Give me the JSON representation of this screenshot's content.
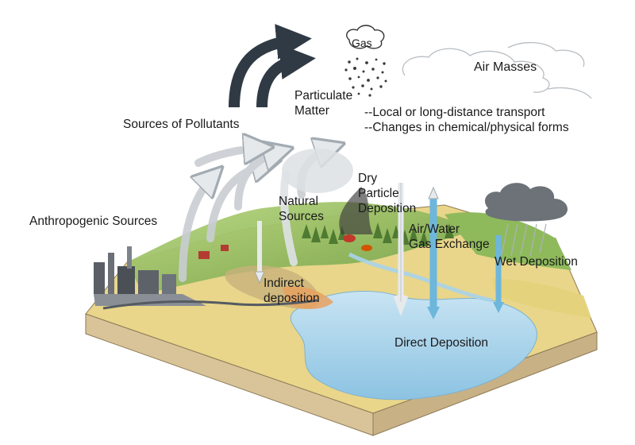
{
  "labels": {
    "gas": "Gas",
    "air_masses": "Air Masses",
    "particulate_matter_line1": "Particulate",
    "particulate_matter_line2": "Matter",
    "transport_line1": "--Local or long-distance transport",
    "transport_line2": "--Changes in chemical/physical forms",
    "sources_of_pollutants": "Sources of Pollutants",
    "dry_deposition_line1": "Dry",
    "dry_deposition_line2": "Particle",
    "dry_deposition_line3": "Deposition",
    "natural_sources_line1": "Natural",
    "natural_sources_line2": "Sources",
    "anthropogenic_sources": "Anthropogenic Sources",
    "gas_exchange_line1": "Air/Water",
    "gas_exchange_line2": "Gas Exchange",
    "wet_deposition": "Wet Deposition",
    "indirect_deposition_line1": "Indirect",
    "indirect_deposition_line2": "deposition",
    "direct_deposition": "Direct Deposition"
  },
  "colors": {
    "arrow_dark": "#2f3a44",
    "water": "#a9d3ea",
    "land_yellow": "#e9d68a",
    "land_green": "#9fc66b",
    "forest": "#5e8a3c",
    "soil_side": "#d9c49a",
    "deposition_arrow": "#6db6dc",
    "smoke": "#d8dde2",
    "fire": "#c0392b"
  }
}
